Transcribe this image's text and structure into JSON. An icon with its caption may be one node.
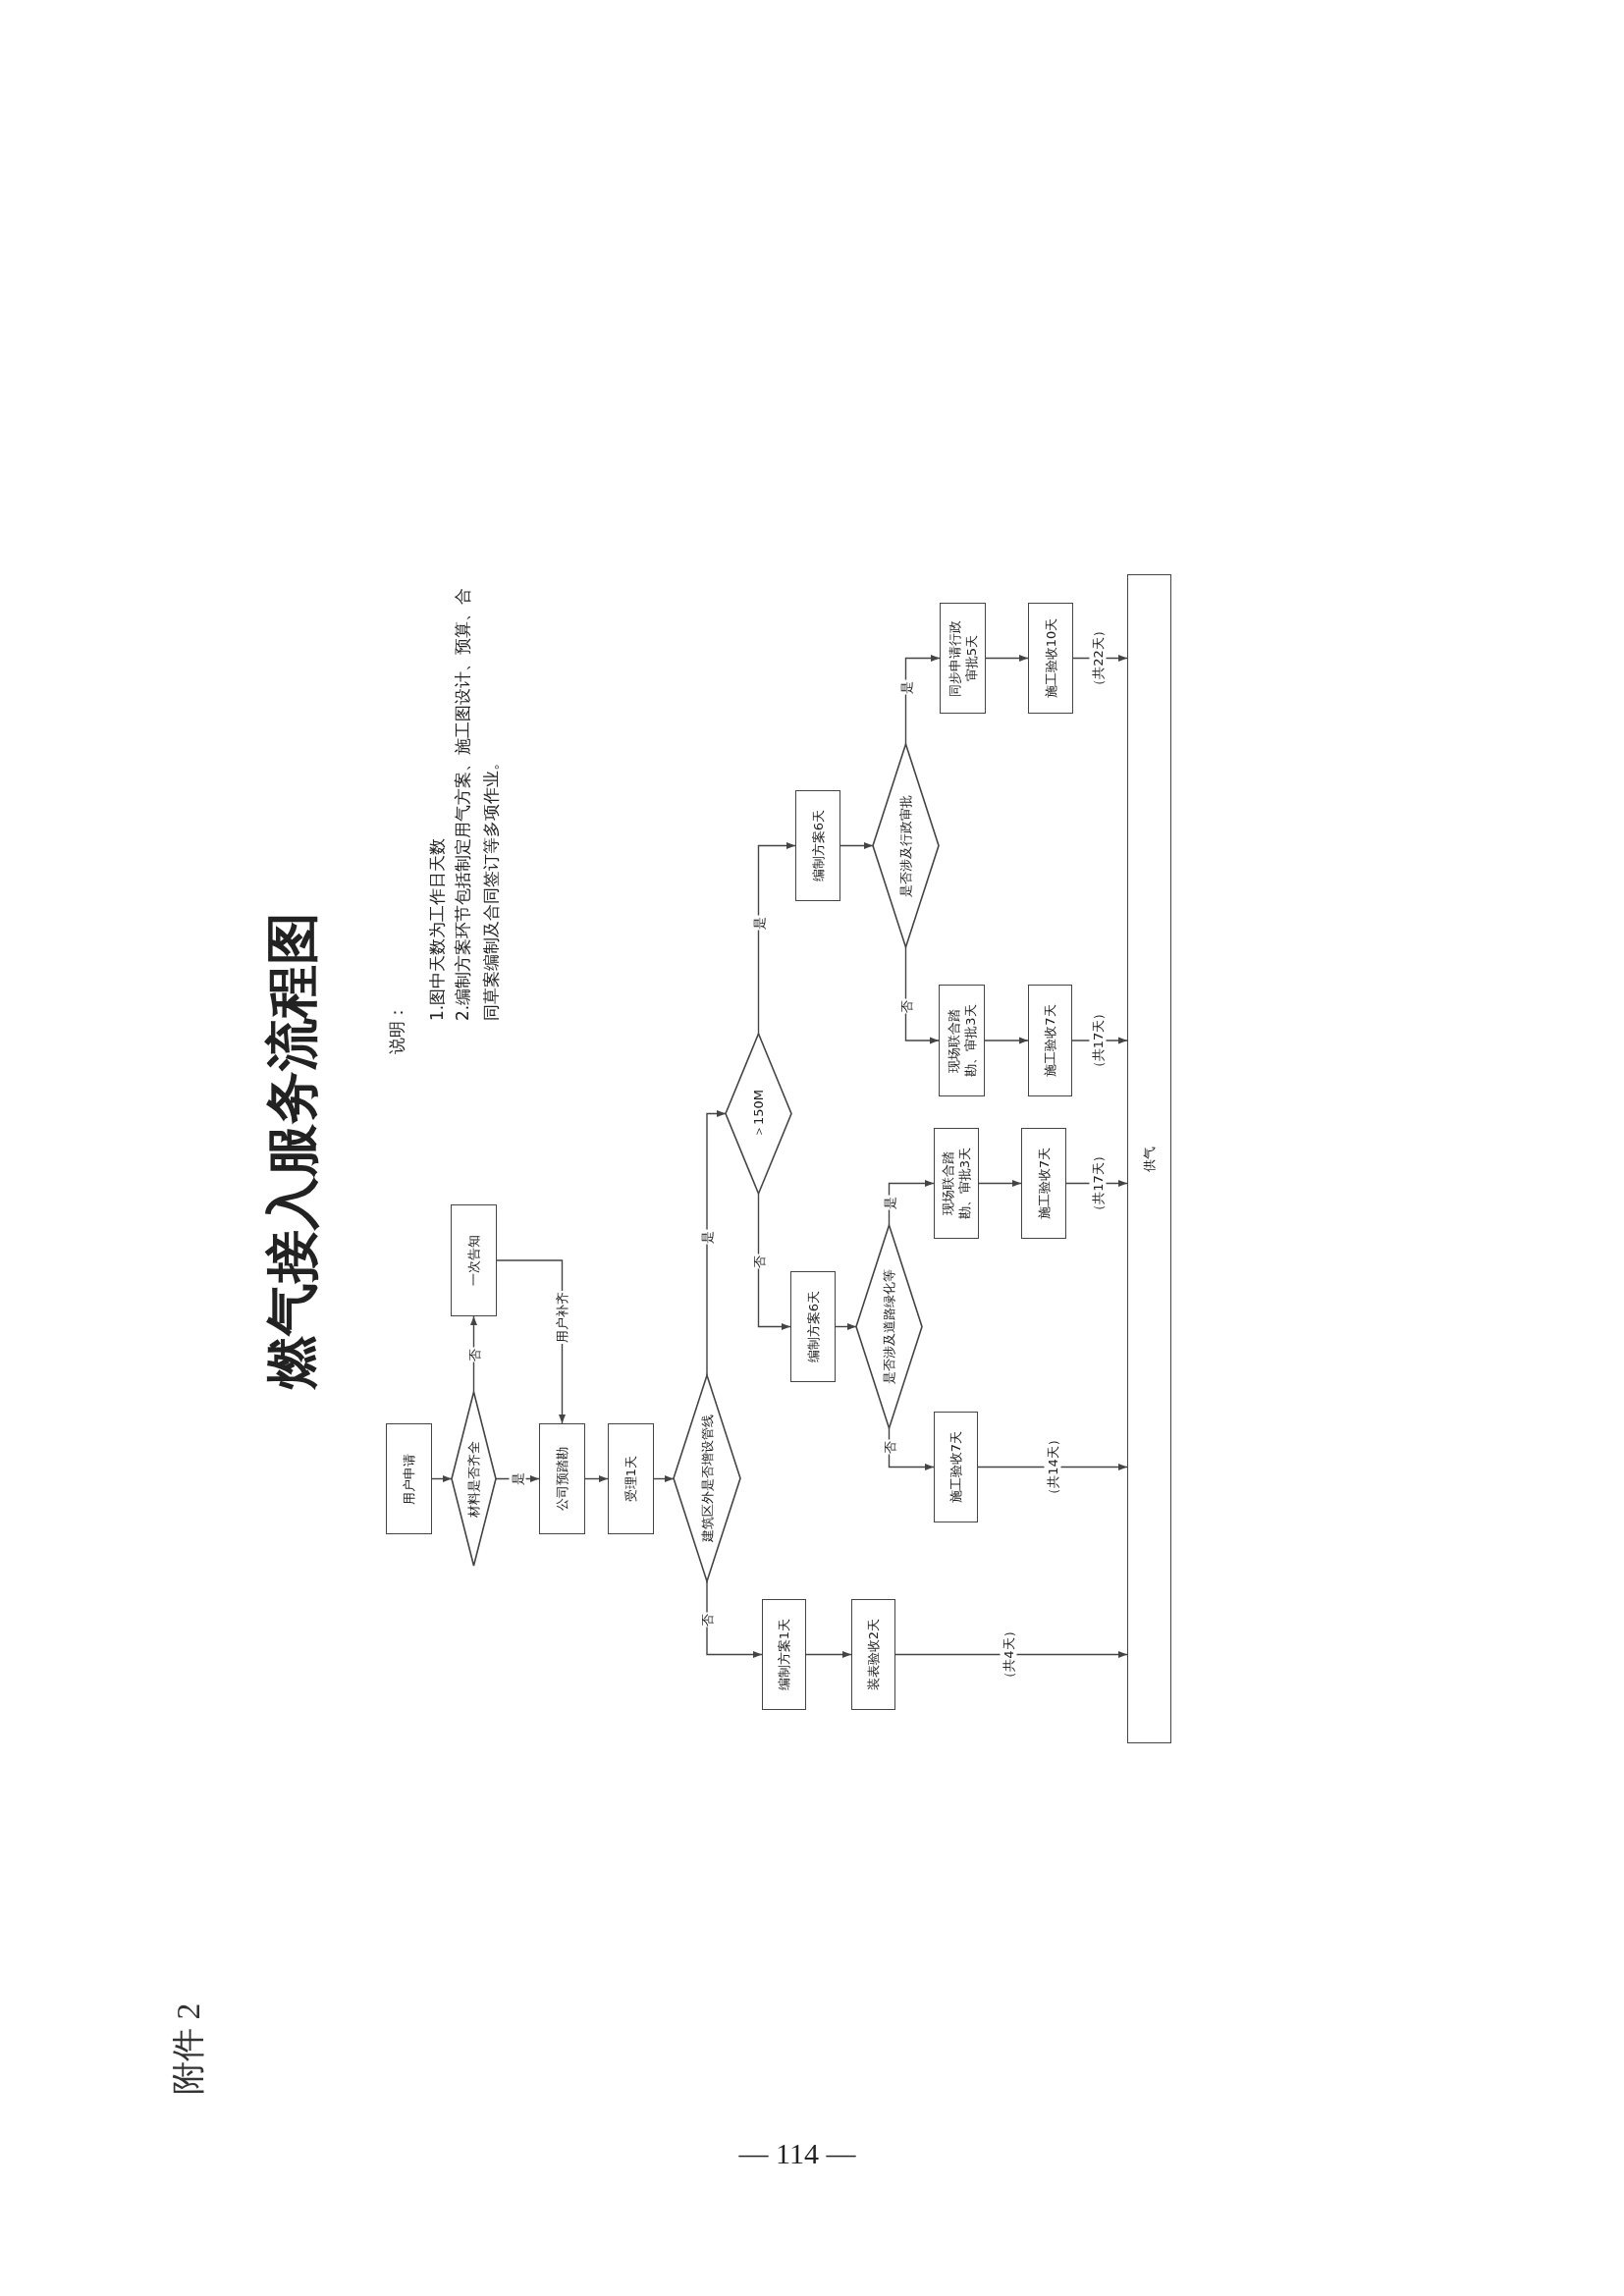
{
  "diagram": {
    "title": "燃气接入服务流程图",
    "nodes": [
      {
        "text": [
          "用户申请"
        ]
      },
      {
        "text": [
          "材料是否齐全"
        ]
      },
      {
        "text": [
          "一次告知"
        ]
      },
      {
        "text": [
          "公司预踏勘"
        ]
      },
      {
        "text": [
          "受理1天"
        ]
      },
      {
        "text": [
          "建筑区外是否增设管线"
        ]
      },
      {
        "text": [
          "编制方案1天"
        ]
      },
      {
        "text": [
          "装表验收2天"
        ]
      },
      {
        "text": [
          "＞150M"
        ]
      },
      {
        "text": [
          "编制方案6天"
        ]
      },
      {
        "text": [
          "是否涉及道路绿化等"
        ]
      },
      {
        "text": [
          "施工验收7天"
        ]
      },
      {
        "text": [
          "现场联合踏勘、审批3天"
        ]
      },
      {
        "text": [
          "施工验收7天"
        ]
      },
      {
        "text": [
          "编制方案6天"
        ]
      },
      {
        "text": [
          "是否涉及行政审批"
        ]
      },
      {
        "text": [
          "现场联合踏勘、审批3天"
        ]
      },
      {
        "text": [
          "施工验收7天"
        ]
      },
      {
        "text": [
          "同步申请行政审批5天"
        ]
      },
      {
        "text": [
          "施工验收10天"
        ]
      },
      {
        "text": [
          "供气"
        ]
      }
    ],
    "edges": [
      {
        "from": 0,
        "to": 1,
        "arrow": "to"
      },
      {
        "from": 1,
        "to": 3,
        "arrow": "to",
        "label": "是"
      },
      {
        "from": 1,
        "to": 2,
        "arrow": "to",
        "label": "否"
      },
      {
        "from": 2,
        "to": 3,
        "arrow": "to",
        "label": "用户补齐"
      },
      {
        "from": 3,
        "to": 4,
        "arrow": "to"
      },
      {
        "from": 4,
        "to": 5,
        "arrow": "to"
      },
      {
        "from": 5,
        "to": 8,
        "arrow": "to",
        "label": "是"
      },
      {
        "from": 5,
        "to": 6,
        "arrow": "to",
        "label": "否"
      },
      {
        "from": 6,
        "to": 7,
        "arrow": "to"
      },
      {
        "from": 7,
        "to": 20,
        "arrow": "to",
        "label": "（共4天）"
      },
      {
        "from": 8,
        "to": 9,
        "arrow": "to",
        "label": "否"
      },
      {
        "from": 8,
        "to": 14,
        "arrow": "to",
        "label": "是"
      },
      {
        "from": 9,
        "to": 10,
        "arrow": "to"
      },
      {
        "from": 10,
        "to": 11,
        "arrow": "to",
        "label": "否"
      },
      {
        "from": 10,
        "to": 12,
        "arrow": "to",
        "label": "是"
      },
      {
        "from": 11,
        "to": 20,
        "arrow": "to",
        "label": "（共14天）"
      },
      {
        "from": 12,
        "to": 13,
        "arrow": "to"
      },
      {
        "from": 13,
        "to": 20,
        "arrow": "to",
        "label": "（共17天）"
      },
      {
        "from": 14,
        "to": 15,
        "arrow": "to"
      },
      {
        "from": 15,
        "to": 16,
        "arrow": "to",
        "label": "否"
      },
      {
        "from": 15,
        "to": 18,
        "arrow": "to",
        "label": "是"
      },
      {
        "from": 16,
        "to": 17,
        "arrow": "to"
      },
      {
        "from": 17,
        "to": 20,
        "arrow": "to",
        "label": "（共17天）"
      },
      {
        "from": 18,
        "to": 19,
        "arrow": "to"
      },
      {
        "from": 19,
        "to": 20,
        "arrow": "to",
        "label": "（共22天）"
      }
    ],
    "labels": [
      "说明：",
      "1.图中天数为工作日天数",
      "2.编制方案环节包括制定用气方案、施工图设计、预算、合同草案编制及合同签订等多项作业。",
      "附件 2",
      "— 114 —"
    ]
  }
}
